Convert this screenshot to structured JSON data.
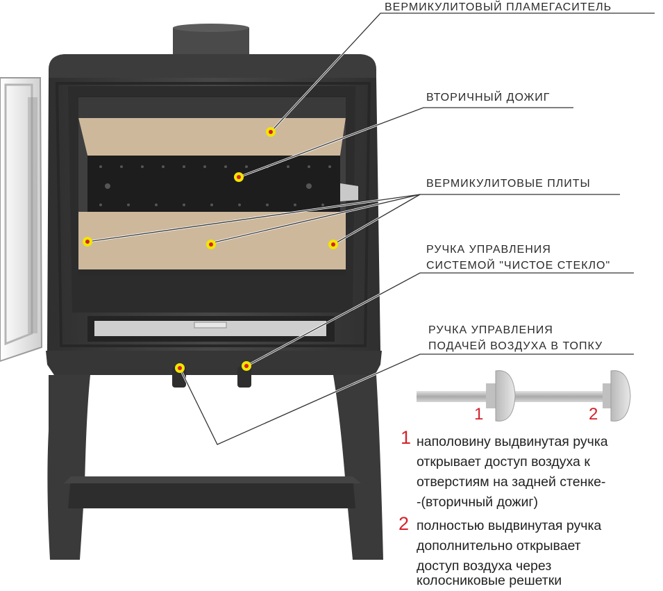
{
  "labels": {
    "flame_baffle": "ВЕРМИКУЛИТОВЫЙ ПЛАМЕГАСИТЕЛЬ",
    "secondary_burn": "ВТОРИЧНЫЙ ДОЖИГ",
    "vermiculite_plates": "ВЕРМИКУЛИТОВЫЕ ПЛИТЫ",
    "clean_glass_line1": "РУЧКА УПРАВЛЕНИЯ",
    "clean_glass_line2": "СИСТЕМОЙ \"ЧИСТОЕ СТЕКЛО\"",
    "air_supply_line1": "РУЧКА УПРАВЛЕНИЯ",
    "air_supply_line2": "ПОДАЧЕЙ ВОЗДУХА В ТОПКУ"
  },
  "handle_positions": [
    "1",
    "2"
  ],
  "notes": [
    {
      "num": "1",
      "lines": [
        "наполовину выдвинутая ручка",
        "открывает доступ воздуха к",
        "отверстиям на задней стенке-",
        "-(вторичный дожиг)"
      ]
    },
    {
      "num": "2",
      "lines": [
        "полностью выдвинутая ручка",
        "дополнительно открывает",
        "доступ воздуха через",
        "колосниковые решетки"
      ]
    }
  ],
  "colors": {
    "accent": "#d4222a",
    "marker": "#f2e600",
    "stove": "#3a3a3a",
    "vermiculite": "#cdb89c"
  }
}
